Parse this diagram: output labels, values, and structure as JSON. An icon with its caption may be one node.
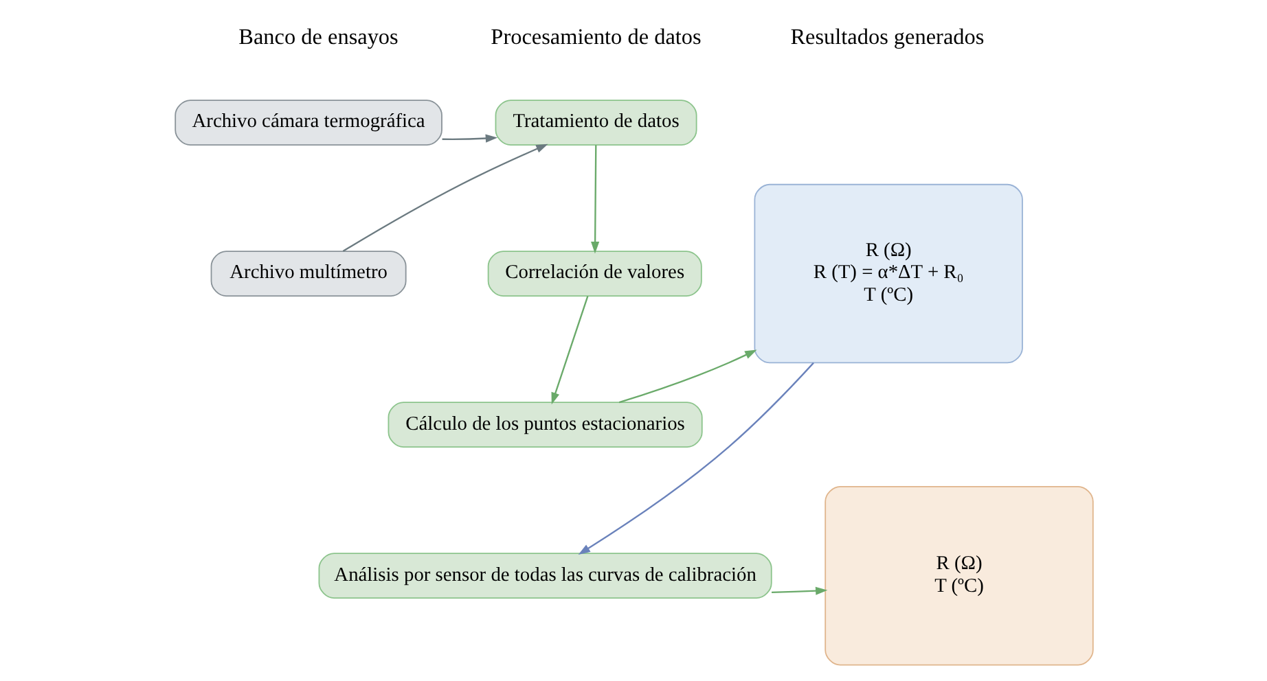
{
  "diagram": {
    "nodes": [
      {
        "text": [
          "Archivo cámara termográfica"
        ]
      },
      {
        "text": [
          "Archivo multímetro"
        ]
      },
      {
        "text": [
          "Tratamiento de datos"
        ]
      },
      {
        "text": [
          "Correlación de valores"
        ]
      },
      {
        "text": [
          "Cálculo de los puntos estacionarios"
        ]
      },
      {
        "text": [
          "Análisis por sensor de todas las curvas de calibración"
        ]
      },
      {
        "text": [
          "R (Ω)",
          "R (T) = α*ΔT + R₀",
          "T (ºC)"
        ]
      },
      {
        "text": [
          "R (Ω)",
          "T (ºC)"
        ]
      }
    ],
    "edges": [
      {
        "from": 0,
        "to": 2,
        "arrow": "to",
        "color": "#6b7a80"
      },
      {
        "from": 1,
        "to": 2,
        "arrow": "to",
        "color": "#6b7a80"
      },
      {
        "from": 2,
        "to": 3,
        "arrow": "to"
      },
      {
        "from": 3,
        "to": 4,
        "arrow": "to"
      },
      {
        "from": 4,
        "to": 6,
        "arrow": "to"
      },
      {
        "from": 6,
        "to": 5,
        "arrow": "to",
        "color": "#6a82bb"
      },
      {
        "from": 5,
        "to": 7,
        "arrow": "to"
      }
    ],
    "labels": [
      "Banco de ensayos",
      "Procesamiento de datos",
      "Resultados generados"
    ]
  }
}
